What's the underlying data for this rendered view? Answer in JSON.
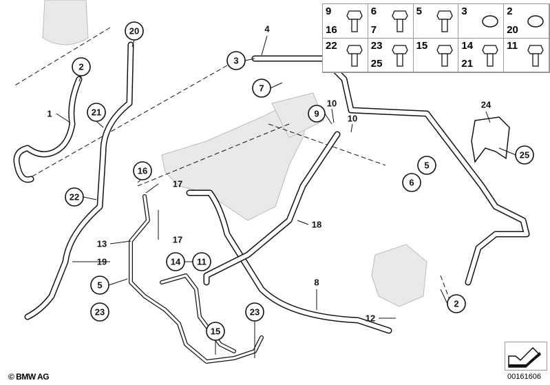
{
  "diagram": {
    "title": "Power steering hoses",
    "callouts": {
      "c20": "20",
      "c2a": "2",
      "c21": "21",
      "c3": "3",
      "c7": "7",
      "c9": "9",
      "c5a": "5",
      "c6": "6",
      "c25": "25",
      "c16": "16",
      "c22": "22",
      "c14": "14",
      "c11": "11",
      "c5b": "5",
      "c23a": "23",
      "c15": "15",
      "c23b": "23",
      "c2b": "2"
    },
    "labels": {
      "l1": "1",
      "l4": "4",
      "l10a": "10",
      "l10b": "10",
      "l24": "24",
      "l17a": "17",
      "l17b": "17",
      "l18": "18",
      "l13": "13",
      "l19": "19",
      "l8": "8",
      "l12": "12"
    }
  },
  "parts_table": [
    {
      "a": "9",
      "b": "16",
      "icon": "banjo-bolt-icon"
    },
    {
      "a": "6",
      "b": "7",
      "icon": "flange-nut-icon"
    },
    {
      "a": "5",
      "b": "",
      "icon": "p-clamp-icon"
    },
    {
      "a": "3",
      "b": "",
      "icon": "worm-hose-clamp-icon"
    },
    {
      "a": "2",
      "b": "20",
      "icon": "ear-clamp-icon"
    },
    {
      "a": "22",
      "b": "",
      "icon": "grommet-icon"
    },
    {
      "a": "23",
      "b": "25",
      "icon": "hex-bolt-icon"
    },
    {
      "a": "15",
      "b": "",
      "icon": "hex-bolt-icon"
    },
    {
      "a": "14",
      "b": "21",
      "icon": "hose-clip-icon"
    },
    {
      "a": "11",
      "b": "",
      "icon": "hex-bolt-icon"
    }
  ],
  "footer": {
    "copyright": "© BMW AG",
    "doc_number": "00161606"
  }
}
